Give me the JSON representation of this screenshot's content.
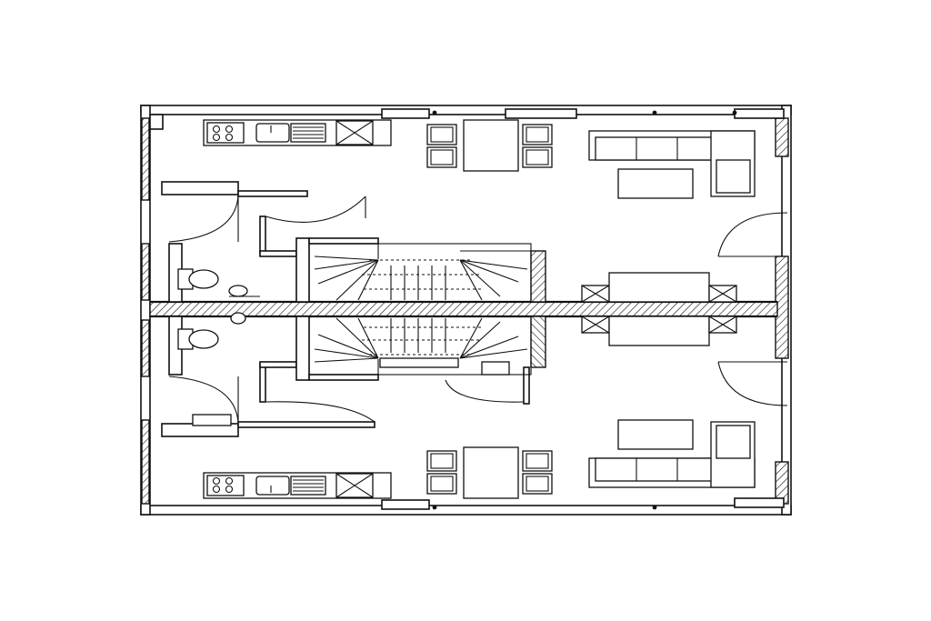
{
  "colors": {
    "line": "#111111",
    "background": "#ffffff"
  },
  "floor_plan": {
    "units": 2,
    "mirrored": true,
    "rooms_per_unit": [
      "kitchen",
      "dining",
      "living",
      "hallway",
      "wc",
      "staircase"
    ]
  }
}
